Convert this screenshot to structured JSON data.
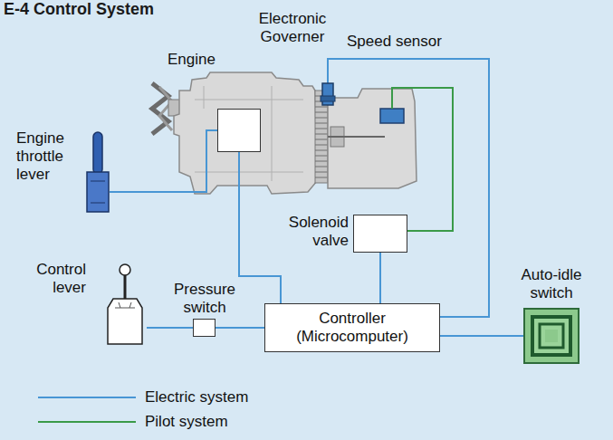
{
  "diagram": {
    "title": "E-4 Control System",
    "nodes": [
      {
        "text": [
          "Engine"
        ]
      },
      {
        "text": [
          "Electronic Governer"
        ],
        "in": 0
      },
      {
        "text": [
          "Speed sensor"
        ]
      },
      {
        "text": [
          "Engine throttle lever"
        ]
      },
      {
        "text": [
          "Solenoid valve"
        ]
      },
      {
        "text": [
          "Control lever"
        ]
      },
      {
        "text": [
          "Pressure switch"
        ]
      },
      {
        "text": [
          "Controller (Microcomputer)"
        ]
      },
      {
        "text": [
          "Auto-idle switch"
        ]
      }
    ],
    "edges": [
      {
        "from": 3,
        "to": 1,
        "arrow": "none"
      },
      {
        "from": 1,
        "to": 7,
        "arrow": "none"
      },
      {
        "from": 2,
        "to": 7,
        "arrow": "none"
      },
      {
        "from": 4,
        "to": 7,
        "arrow": "none"
      },
      {
        "from": 5,
        "to": 6,
        "arrow": "none"
      },
      {
        "from": 6,
        "to": 7,
        "arrow": "none"
      },
      {
        "from": 8,
        "to": 7,
        "arrow": "none"
      },
      {
        "from": 4,
        "to": 0,
        "arrow": "none"
      }
    ],
    "legend": [
      {
        "text": "Electric system"
      },
      {
        "text": "Pilot system"
      }
    ]
  }
}
